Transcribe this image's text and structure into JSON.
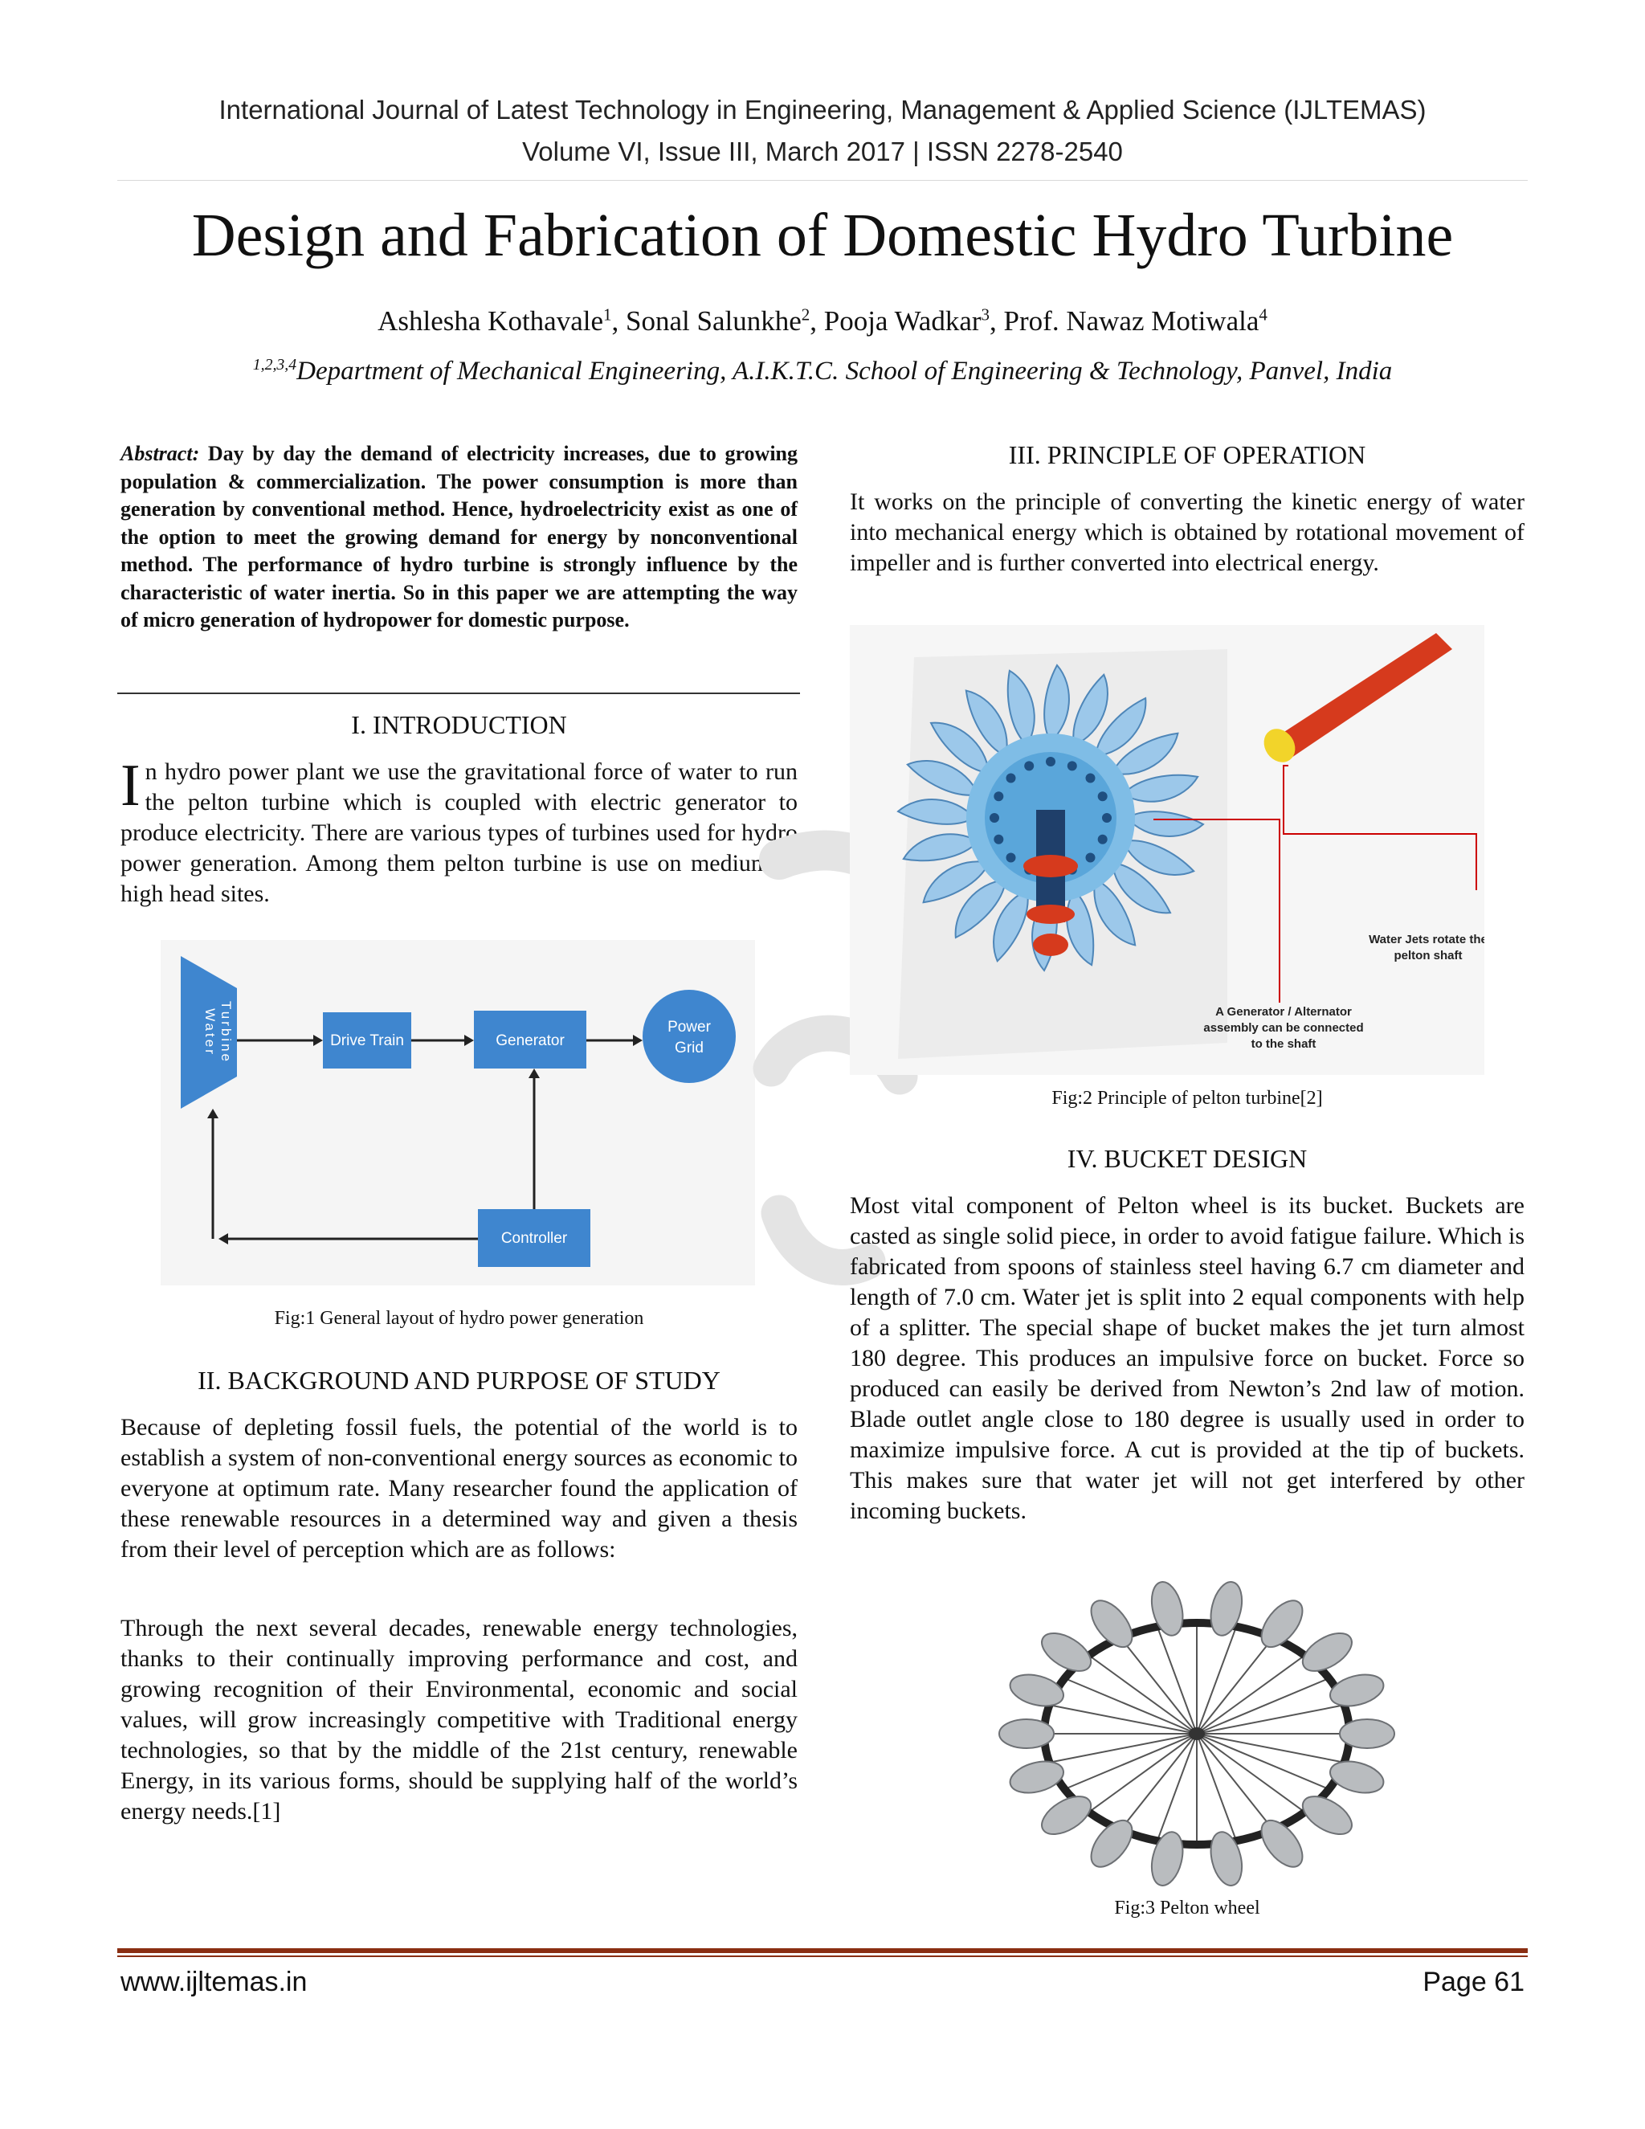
{
  "header": {
    "journal": "International Journal of Latest Technology in Engineering, Management & Applied Science (IJLTEMAS)",
    "issue": "Volume VI, Issue III, March 2017 | ISSN 2278-2540"
  },
  "title": "Design and Fabrication of Domestic Hydro Turbine",
  "authors": [
    {
      "name": "Ashlesha Kothavale",
      "sup": "1",
      "sep": ", "
    },
    {
      "name": "Sonal Salunkhe",
      "sup": "2",
      "sep": ", "
    },
    {
      "name": "Pooja Wadkar",
      "sup": "3",
      "sep": ", "
    },
    {
      "name": "Prof. Nawaz Motiwala",
      "sup": "4",
      "sep": ""
    }
  ],
  "affiliation": {
    "sup": "1,2,3,4",
    "text": "Department of Mechanical Engineering, A.I.K.T.C. School of Engineering & Technology, Panvel, India"
  },
  "abstract": {
    "label": "Abstract:",
    "text": "Day by day the demand of electricity increases, due to growing population & commercialization. The power consumption is more than generation by conventional method. Hence, hydroelectricity exist as one of the option to meet the growing demand for energy by nonconventional method. The performance of hydro turbine is strongly influence by the characteristic of water inertia. So in this paper we are attempting the way of micro generation of hydropower for domestic purpose."
  },
  "intro": {
    "heading": "I. INTRODUCTION",
    "dropcap": "I",
    "text": "n hydro power plant we use the gravitational force of water to run the pelton turbine which is coupled with electric generator to produce electricity. There are various types of turbines used for hydro power generation. Among them pelton turbine is use on medium to high head sites."
  },
  "fig1": {
    "caption": "Fig:1 General layout of hydro power generation",
    "labels": {
      "turbine_line1": "Water",
      "turbine_line2": "Turbine",
      "drive": "Drive Train",
      "generator": "Generator",
      "grid_line1": "Power",
      "grid_line2": "Grid",
      "controller": "Controller"
    }
  },
  "background": {
    "heading": "II. BACKGROUND AND PURPOSE OF STUDY",
    "p1": "Because of depleting fossil fuels, the potential of the world is to establish a system of non-conventional energy sources as economic to everyone at optimum rate. Many researcher found the application of these renewable resources in a determined way and given a thesis from their level of perception which are as follows:",
    "p2": "Through the next several decades, renewable energy technologies, thanks to their continually improving performance and cost, and growing recognition of their Environmental, economic and social values, will grow increasingly competitive with Traditional energy technologies, so that by the middle of the 21st century, renewable Energy, in its various forms, should be supplying half of the world’s energy needs.[1]"
  },
  "principle": {
    "heading": "III. PRINCIPLE OF OPERATION",
    "text": "It works on the principle of converting the kinetic energy of water into mechanical energy which is obtained by rotational movement of impeller and is further converted into electrical energy."
  },
  "fig2": {
    "caption": "Fig:2 Principle of pelton turbine[2]",
    "label_jets_1": "Water Jets rotate the",
    "label_jets_2": "pelton shaft",
    "label_gen_1": "A Generator / Alternator",
    "label_gen_2": "assembly can be connected",
    "label_gen_3": "to the shaft"
  },
  "bucket": {
    "heading": "IV. BUCKET DESIGN",
    "text": "Most vital component of Pelton wheel is its bucket. Buckets are casted as single solid piece, in order to avoid fatigue failure. Which is fabricated from spoons of stainless steel having 6.7 cm diameter and length of 7.0 cm. Water jet is split into 2 equal components with help of a splitter. The special shape of bucket makes the jet turn almost 180 degree. This produces an impulsive force on bucket. Force so produced can easily be derived from Newton’s 2nd law of motion. Blade outlet angle close to 180 degree is usually used in order to maximize impulsive force. A cut is provided at the tip of buckets. This makes sure that water jet will not get interfered by other incoming buckets."
  },
  "fig3": {
    "caption": "Fig:3 Pelton wheel"
  },
  "footer": {
    "website": "www.ijltemas.in",
    "page": "Page 61"
  },
  "colors": {
    "diagram_blue": "#3f86cf",
    "footer_rule": "#8a2e12",
    "nozzle_red": "#d63a1d"
  }
}
